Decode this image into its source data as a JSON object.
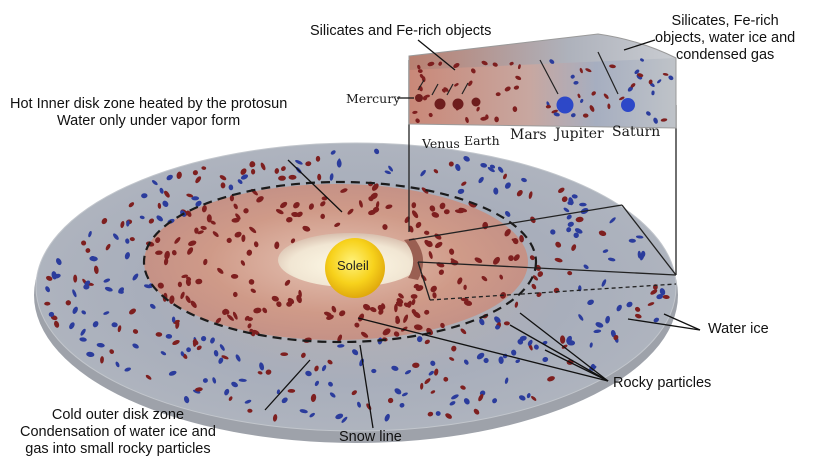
{
  "labels": {
    "silicates_fe": "Silicates and Fe-rich objects",
    "silicates_fe_ice_1": "Silicates, Fe-rich",
    "silicates_fe_ice_2": "objects, water ice and",
    "silicates_fe_ice_3": "condensed gas",
    "hot_inner_1": "Hot Inner disk zone heated by the protosun",
    "hot_inner_2": "Water only under vapor form",
    "water_ice": "Water ice",
    "rocky_particles": "Rocky particles",
    "snow_line": "Snow line",
    "cold_outer_1": "Cold outer disk zone",
    "cold_outer_2": "Condensation of water ice and",
    "cold_outer_3": "gas into small rocky particles",
    "sun": "Soleil"
  },
  "planets": {
    "mercury": "Mercury",
    "venus": "Venus",
    "earth": "Earth",
    "mars": "Mars",
    "jupiter": "Jupiter",
    "saturn": "Saturn"
  },
  "colors": {
    "inner_disk": "#c98b7a",
    "outer_disk": "#a7aebb",
    "rocky_speck": "#7e1f1f",
    "ice_speck": "#2b3c9c",
    "sun": "#f7d21c",
    "disk_edge": "#8a8f99"
  }
}
